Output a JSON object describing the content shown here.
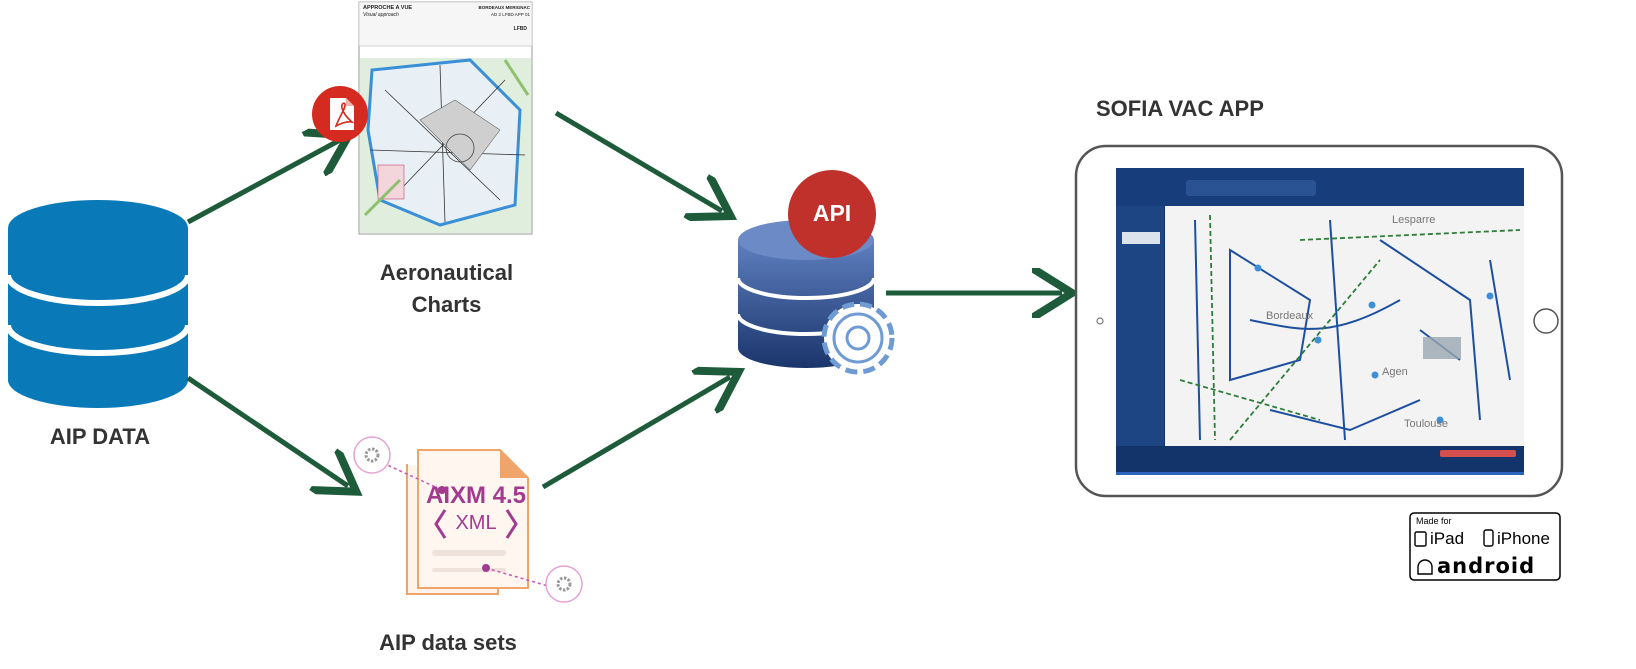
{
  "labels": {
    "aip_data": "AIP DATA",
    "charts_line1": "Aeronautical",
    "charts_line2": "Charts",
    "datasets": "AIP data sets",
    "app_title": "SOFIA VAC APP",
    "api": "API"
  },
  "chart_doc": {
    "title_left": "APPROCHE A VUE",
    "subtitle_left": "Visual approach",
    "title_right": "BORDEAUX MERIGNAC",
    "ref_right": "AD 2 LFBD APP 01",
    "code": "LFBD"
  },
  "aixm": {
    "title": "AIXM 4.5",
    "format": "XML"
  },
  "tablet": {
    "cities": [
      "Lesparre",
      "Bordeaux",
      "Agen",
      "Toulouse"
    ]
  },
  "badge": {
    "made_for": "Made for",
    "ipad": "iPad",
    "iphone": "iPhone",
    "android": "android"
  },
  "colors": {
    "arrow": "#1e5b3b",
    "db_blue": "#0a79b8",
    "api_red": "#c0312b",
    "api_db": "#2e4f8c",
    "pdf_red": "#d42a1f",
    "aixm_purple": "#a23a8f",
    "doc_orange": "#f0a46a"
  }
}
